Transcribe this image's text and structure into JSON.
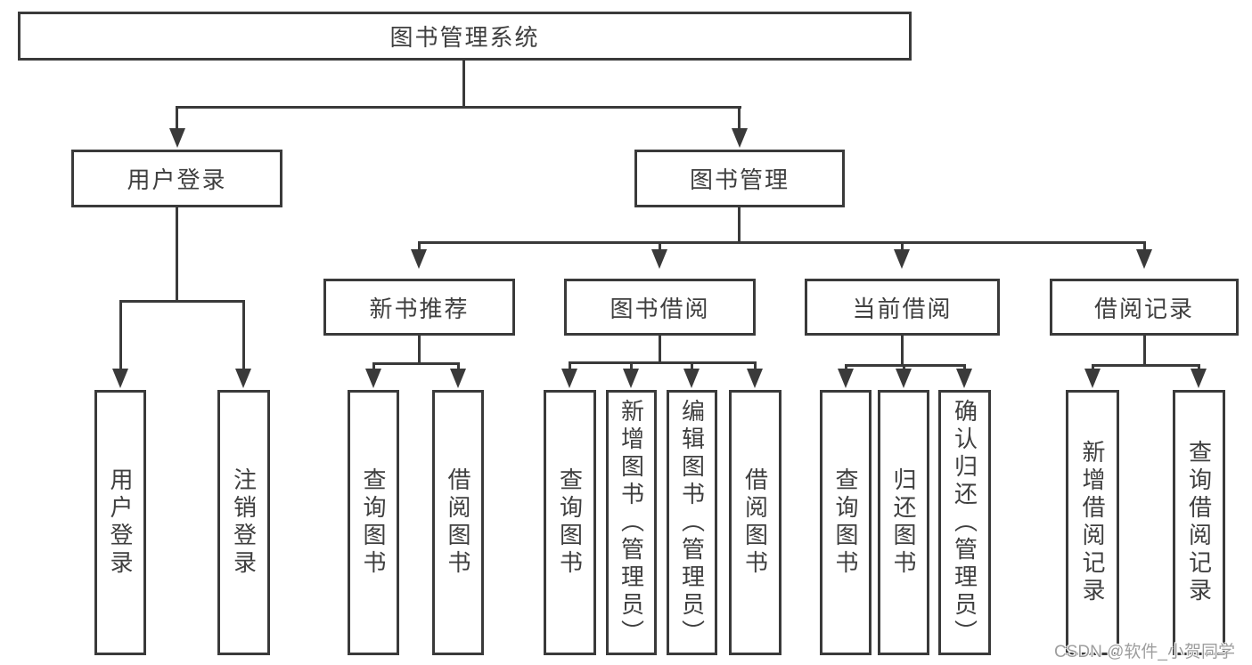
{
  "diagram": {
    "root": "图书管理系统",
    "level2": {
      "user_login": "用户登录",
      "book_management": "图书管理"
    },
    "level3": {
      "new_books": "新书推荐",
      "book_borrow": "图书借阅",
      "current_borrow": "当前借阅",
      "borrow_records": "借阅记录"
    },
    "leaves": {
      "user_login": [
        "用户登录",
        "注销登录"
      ],
      "new_books": [
        "查询图书",
        "借阅图书"
      ],
      "book_borrow": [
        "查询图书",
        "新增图书（管理员）",
        "编辑图书（管理员）",
        "借阅图书"
      ],
      "current_borrow": [
        "查询图书",
        "归还图书",
        "确认归还（管理员）"
      ],
      "borrow_records": [
        "新增借阅记录",
        "查询借阅记录"
      ]
    }
  },
  "watermark": "CSDN @软件_小贺同学",
  "colors": {
    "line": "#3a3a3a",
    "text": "#3f3f3f",
    "background": "#ffffff",
    "watermark": "#9e9e9e"
  }
}
